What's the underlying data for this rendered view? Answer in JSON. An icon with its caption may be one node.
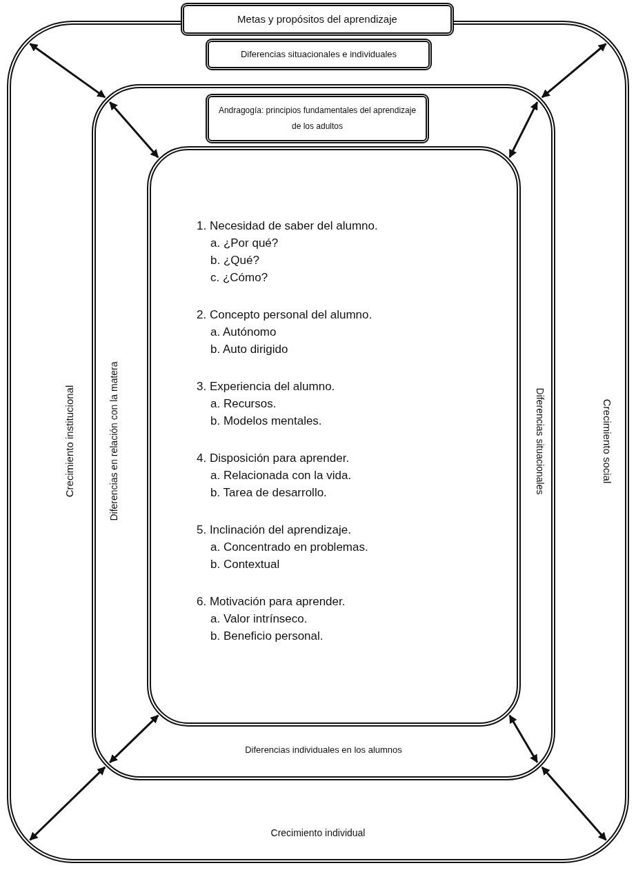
{
  "diagram": {
    "nodes": [
      {
        "text": [
          "Metas y propósitos del aprendizaje",
          "Crecimiento institucional",
          "Crecimiento social",
          "Crecimiento individual"
        ]
      },
      {
        "text": [
          "Diferencias situacionales e individuales",
          "Diferencias en relación con la matera",
          "Diferencias situacionales",
          "Diferencias individuales en los alumnos"
        ],
        "in": 0
      },
      {
        "text": [
          "Andragogía: principios fundamentales del aprendizaje de los adultos",
          "1. Necesidad de saber del alumno.",
          "a. ¿Por qué?",
          "b. ¿Qué?",
          "c. ¿Cómo?",
          "2. Concepto personal del alumno.",
          "a. Autónomo",
          "b. Auto dirigido",
          "3. Experiencia del alumno.",
          "a. Recursos.",
          "b. Modelos mentales.",
          "4. Disposición para aprender.",
          "a. Relacionada con la vida.",
          "b. Tarea de desarrollo.",
          "5. Inclinación del aprendizaje.",
          "a. Concentrado en problemas.",
          "b. Contextual",
          "6. Motivación para aprender.",
          "a. Valor intrínseco.",
          "b. Beneficio personal."
        ],
        "in": 1
      }
    ],
    "edges": [
      {
        "from": 0,
        "to": 1,
        "arrow": "both"
      },
      {
        "from": 0,
        "to": 1,
        "arrow": "both"
      },
      {
        "from": 0,
        "to": 1,
        "arrow": "both"
      },
      {
        "from": 0,
        "to": 1,
        "arrow": "both"
      },
      {
        "from": 1,
        "to": 2,
        "arrow": "both"
      },
      {
        "from": 1,
        "to": 2,
        "arrow": "both"
      },
      {
        "from": 1,
        "to": 2,
        "arrow": "both"
      },
      {
        "from": 1,
        "to": 2,
        "arrow": "both"
      }
    ]
  }
}
